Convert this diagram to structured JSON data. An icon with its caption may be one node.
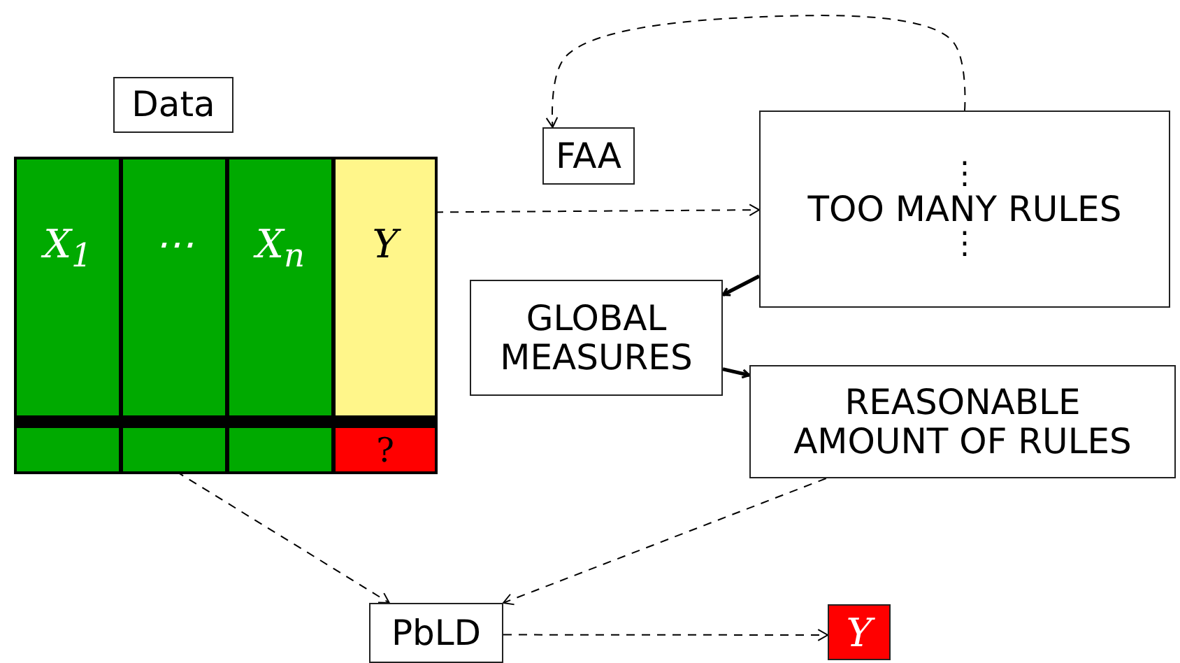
{
  "diagram": {
    "nodes": [
      {
        "text": [
          "Data"
        ]
      },
      {
        "text": [],
        "shape": "box"
      },
      {
        "text": [
          "X$_{1}$"
        ],
        "in": 1
      },
      {
        "text": [
          "⋯"
        ],
        "in": 1
      },
      {
        "text": [
          "X$_{n}$"
        ],
        "in": 1
      },
      {
        "text": [
          "Y"
        ],
        "in": 1
      },
      {
        "text": [],
        "shape": "box",
        "in": 1
      },
      {
        "text": [],
        "shape": "box",
        "in": 1
      },
      {
        "text": [],
        "shape": "box",
        "in": 1
      },
      {
        "text": [
          "?"
        ],
        "in": 1
      },
      {
        "text": [
          "FAA"
        ]
      },
      {
        "text": [
          "⋮",
          "TOO MANY RULES",
          "⋮"
        ]
      },
      {
        "text": [
          "GLOBAL MEASURES"
        ]
      },
      {
        "text": [
          "REASONABLE AMOUNT OF RULES"
        ]
      },
      {
        "text": [
          "PbLD"
        ]
      },
      {
        "text": [
          "Y"
        ]
      }
    ],
    "edges": [
      {
        "from": 5,
        "to": 11,
        "arrow": "to",
        "style": "dashed"
      },
      {
        "from": 11,
        "to": 10,
        "arrow": "to",
        "style": "dashed"
      },
      {
        "from": 11,
        "to": 12,
        "arrow": "to",
        "style": "thick"
      },
      {
        "from": 12,
        "to": 13,
        "arrow": "to",
        "style": "thick"
      },
      {
        "from": 7,
        "to": 14,
        "arrow": "to",
        "style": "dashed"
      },
      {
        "from": 13,
        "to": 14,
        "arrow": "to",
        "style": "dashed"
      },
      {
        "from": 14,
        "to": 15,
        "arrow": "to",
        "style": "dashed"
      }
    ]
  }
}
